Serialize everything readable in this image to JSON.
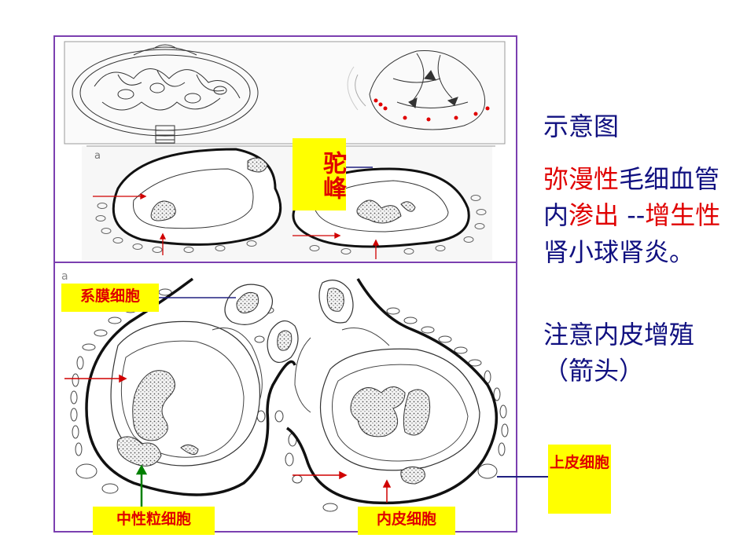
{
  "labels": {
    "camel_hump": "驼峰",
    "mesangial": "系膜细胞",
    "neutrophil": "中性粒细胞",
    "endothelial": "内皮细胞",
    "epithelial": "上皮细胞"
  },
  "panel_marks": {
    "top_a": "a",
    "bottom_a": "a"
  },
  "side_text": {
    "title": "示意图",
    "para1_parts": [
      {
        "text": "弥漫性",
        "color": "red"
      },
      {
        "text": "毛细血管内",
        "color": "blue"
      },
      {
        "text": "渗出",
        "color": "red"
      },
      {
        "text": " --",
        "color": "blue"
      },
      {
        "text": "增生性",
        "color": "red"
      },
      {
        "text": "肾小球肾炎。",
        "color": "blue"
      }
    ],
    "para2": "注意内皮增殖（箭头）"
  },
  "colors": {
    "frame": "#7b3fb0",
    "label_bg": "#ffff00",
    "label_text": "#e00000",
    "body_text": "#101080",
    "arrow_red": "#d00000",
    "arrow_green": "#008000"
  }
}
